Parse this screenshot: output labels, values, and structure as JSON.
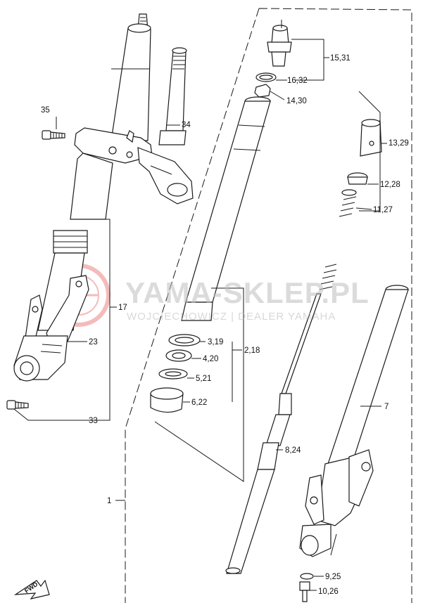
{
  "watermark": {
    "title": "YAMA-SKLEP.PL",
    "subtitle": "WOJCIECHOWICZ | DEALER YAMAHA"
  },
  "fwd_label": "FWD",
  "callouts": [
    {
      "id": "15-31",
      "text": "15,31"
    },
    {
      "id": "16-32",
      "text": "16,32"
    },
    {
      "id": "14-30",
      "text": "14,30"
    },
    {
      "id": "35",
      "text": "35"
    },
    {
      "id": "34",
      "text": "34"
    },
    {
      "id": "13-29",
      "text": "13,29"
    },
    {
      "id": "12-28",
      "text": "12,28"
    },
    {
      "id": "11-27",
      "text": "11,27"
    },
    {
      "id": "17",
      "text": "17"
    },
    {
      "id": "3-19",
      "text": "3,19"
    },
    {
      "id": "2-18",
      "text": "2,18"
    },
    {
      "id": "23",
      "text": "23"
    },
    {
      "id": "4-20",
      "text": "4,20"
    },
    {
      "id": "5-21",
      "text": "5,21"
    },
    {
      "id": "6-22",
      "text": "6,22"
    },
    {
      "id": "7",
      "text": "7"
    },
    {
      "id": "33",
      "text": "33"
    },
    {
      "id": "8-24",
      "text": "8,24"
    },
    {
      "id": "1",
      "text": "1"
    },
    {
      "id": "9-25",
      "text": "9,25"
    },
    {
      "id": "10-26",
      "text": "10,26"
    }
  ]
}
